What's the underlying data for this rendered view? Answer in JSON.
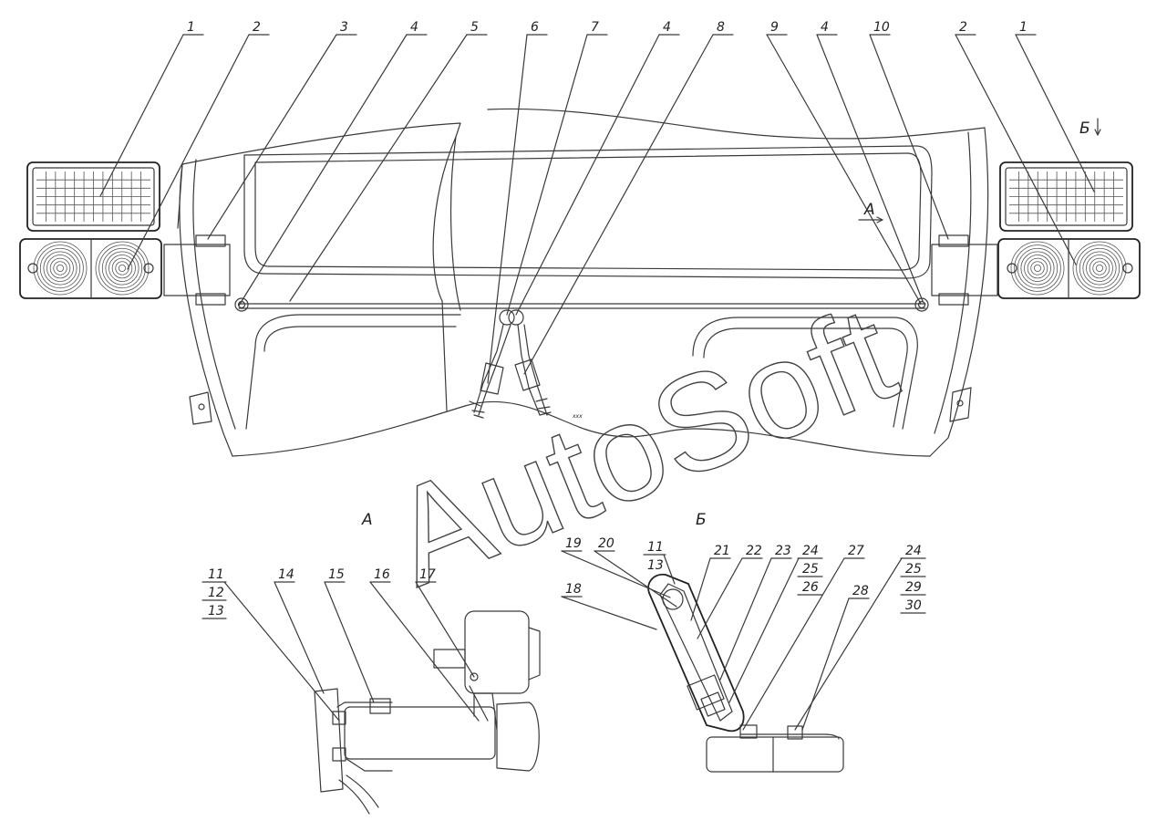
{
  "callouts_top": [
    "1",
    "2",
    "3",
    "4",
    "5",
    "6",
    "7",
    "4",
    "8",
    "9",
    "4",
    "10",
    "2",
    "1"
  ],
  "view_a": {
    "label": "A",
    "arrow_label": "А"
  },
  "view_b": {
    "label": "Б",
    "arrow_label": "Б"
  },
  "callouts_a": [
    "11",
    "12",
    "13",
    "14",
    "15",
    "16",
    "17"
  ],
  "callouts_b": [
    "19",
    "20",
    "11",
    "13",
    "21",
    "22",
    "23",
    "24",
    "25",
    "26",
    "27",
    "24",
    "25",
    "29",
    "30",
    "18",
    "28"
  ],
  "watermark": "AutoSoft",
  "small_text": "xxx"
}
